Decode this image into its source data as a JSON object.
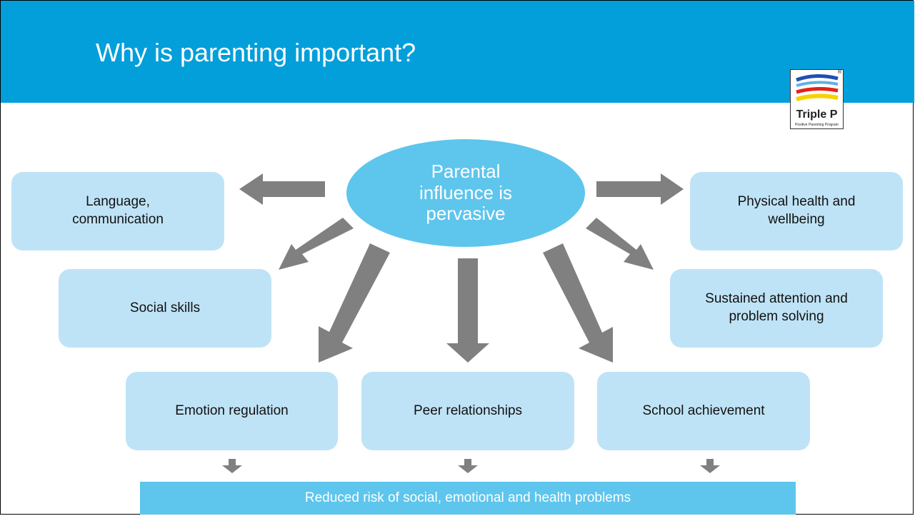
{
  "slide": {
    "title": "Why is parenting important?",
    "logo": {
      "brand": "Triple P",
      "tagline": "Positive Parenting Program",
      "registered": "®"
    }
  },
  "center": {
    "label": "Parental influence is pervasive"
  },
  "domains": {
    "language": "Language, communication",
    "physical": "Physical health and wellbeing",
    "social": "Social skills",
    "attention": "Sustained attention and problem solving",
    "emotion": "Emotion regulation",
    "peer": "Peer relationships",
    "school": "School achievement"
  },
  "outcome": {
    "label": "Reduced risk of social, emotional and health problems"
  },
  "colors": {
    "header": "#029fdb",
    "ellipse": "#5ec5ed",
    "box": "#bfe3f6",
    "arrow": "#808080",
    "outcome_bar": "#5ec5ed"
  }
}
